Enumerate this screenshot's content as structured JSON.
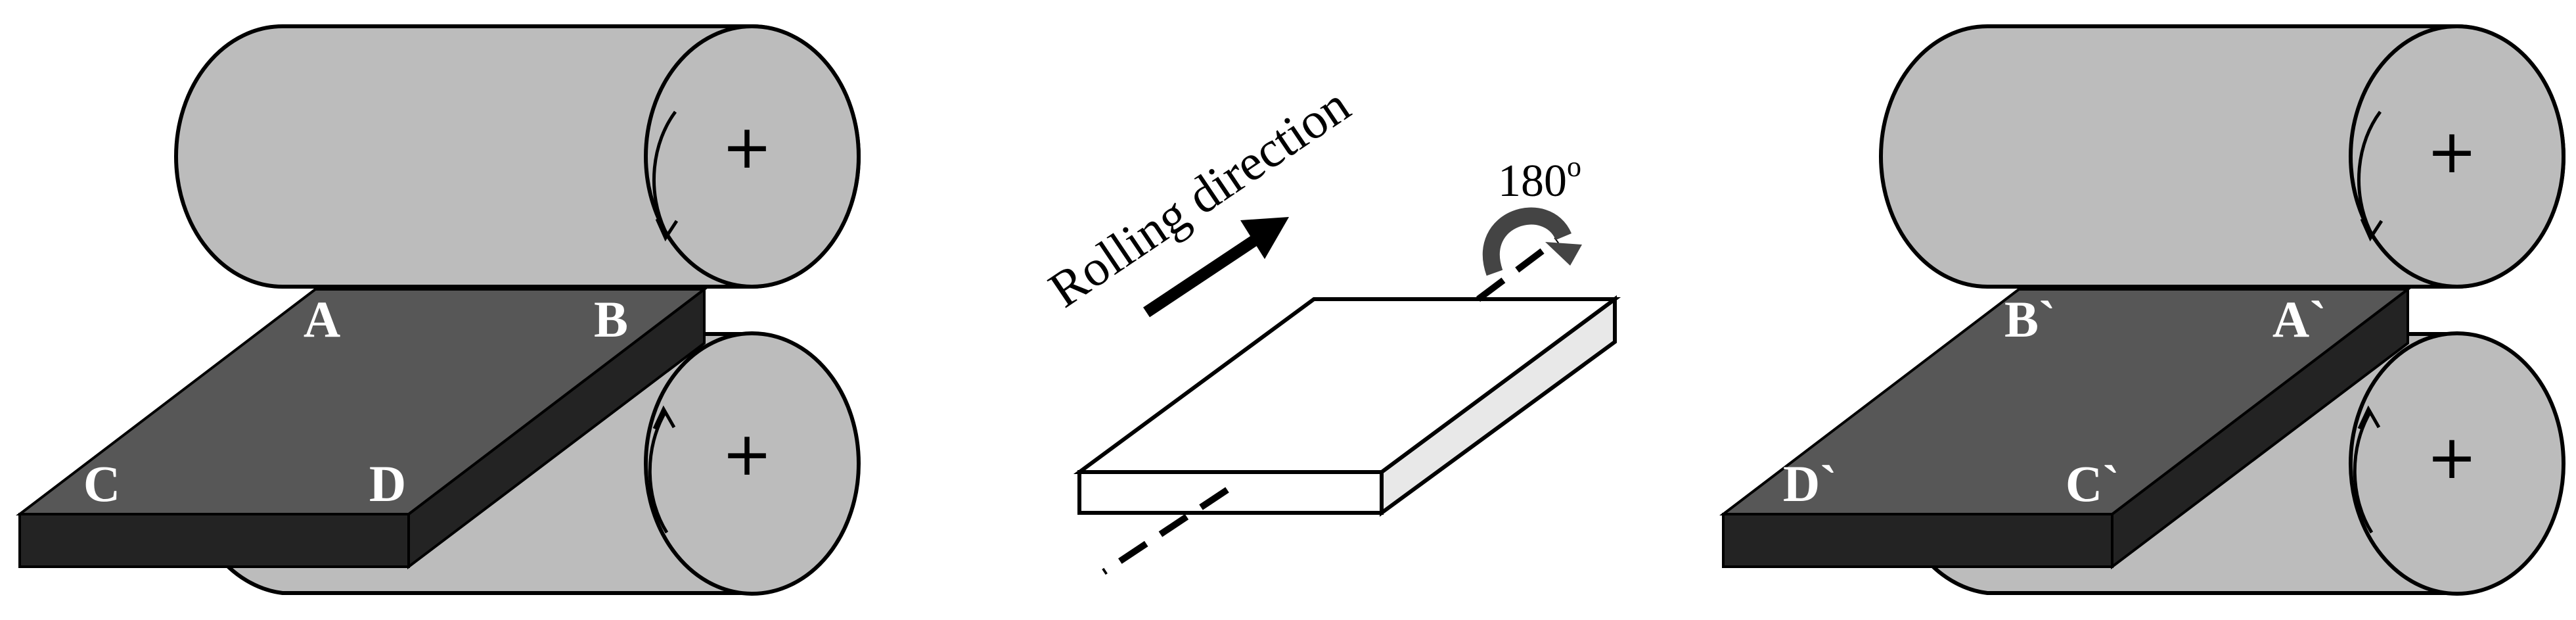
{
  "colors": {
    "roller_fill": "#bcbcbc",
    "plate_top": "#575757",
    "plate_side": "#232323",
    "outline": "#000000",
    "sample_side": "#e8e8e8",
    "rotate_arrow": "#444444"
  },
  "left_assembly": {
    "corners": {
      "a": "A",
      "b": "B",
      "c": "C",
      "d": "D"
    },
    "upper_roller_symbol": "+",
    "lower_roller_symbol": "+"
  },
  "center": {
    "rolling_direction": "Rolling direction",
    "rotation_angle": "180",
    "rotation_unit": "o"
  },
  "right_assembly": {
    "corners": {
      "b": "B`",
      "a": "A`",
      "d": "D`",
      "c": "C`"
    },
    "upper_roller_symbol": "+",
    "lower_roller_symbol": "+"
  }
}
